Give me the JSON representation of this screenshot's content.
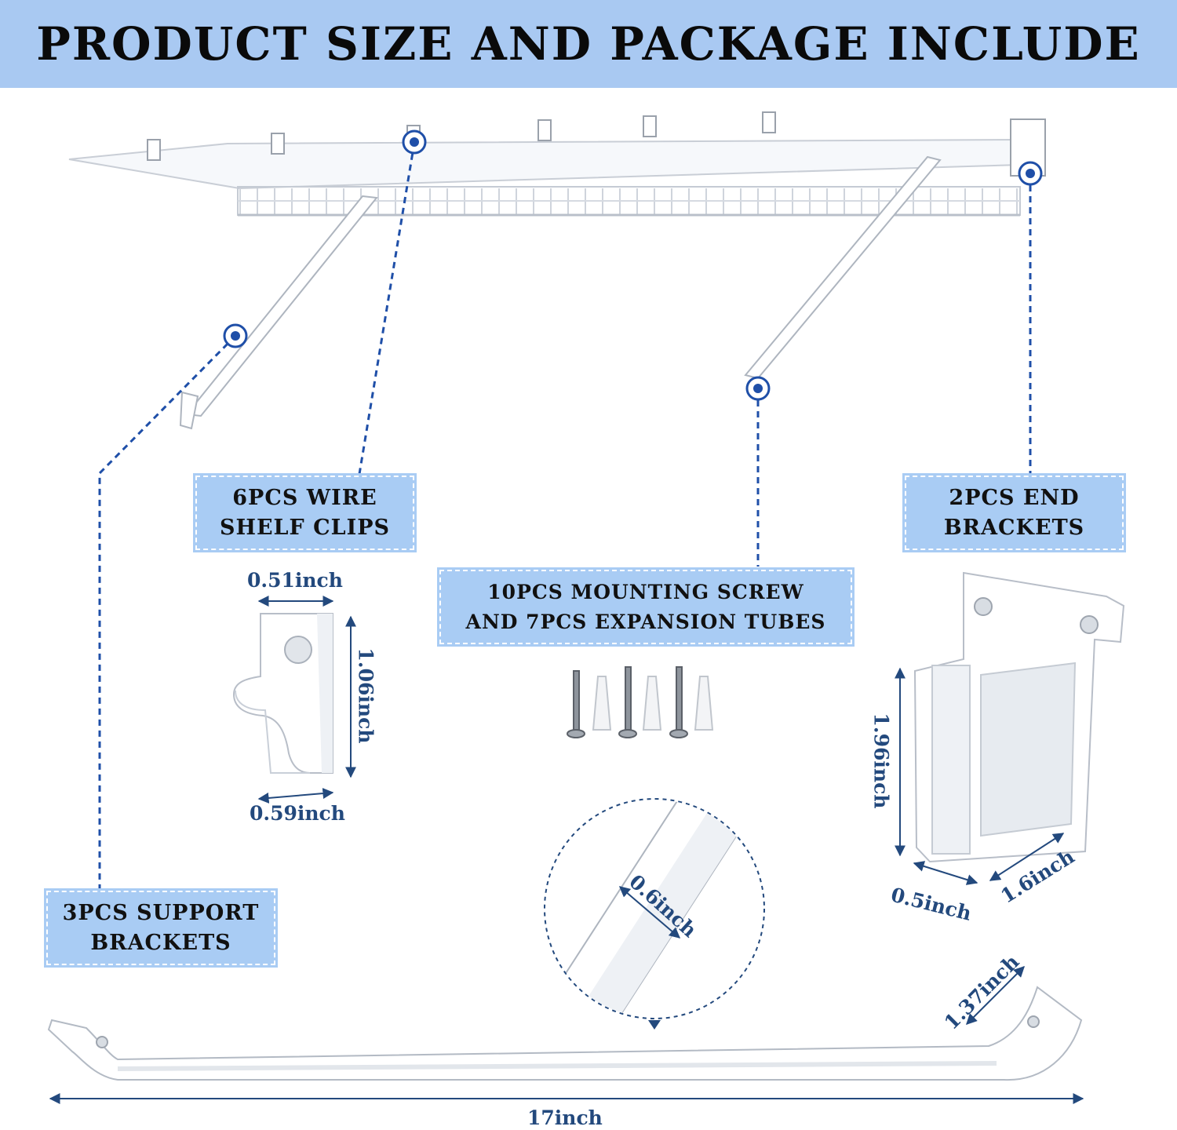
{
  "header": {
    "title": "PRODUCT SIZE AND PACKAGE INCLUDE"
  },
  "labels": {
    "wire_clips": [
      "6PCS WIRE",
      "SHELF CLIPS"
    ],
    "end_brackets": [
      "2PCS END",
      "BRACKETS"
    ],
    "screws": [
      "10PCS MOUNTING SCREW",
      "AND 7PCS EXPANSION TUBES"
    ],
    "support_brackets": [
      "3PCS SUPPORT",
      "BRACKETS"
    ]
  },
  "dimensions": {
    "clip_width_top": "0.51inch",
    "clip_height": "1.06inch",
    "clip_width_bottom": "0.59inch",
    "end_bracket_height": "1.96inch",
    "end_bracket_depth": "0.5inch",
    "end_bracket_width": "1.6inch",
    "bracket_strip_width": "0.6inch",
    "bracket_end_width": "1.37inch",
    "bracket_length": "17inch"
  },
  "colors": {
    "header_bg": "#a9c9f2",
    "label_bg": "#a9ccf4",
    "marker": "#1f4fa8",
    "dim_text": "#23497d"
  }
}
